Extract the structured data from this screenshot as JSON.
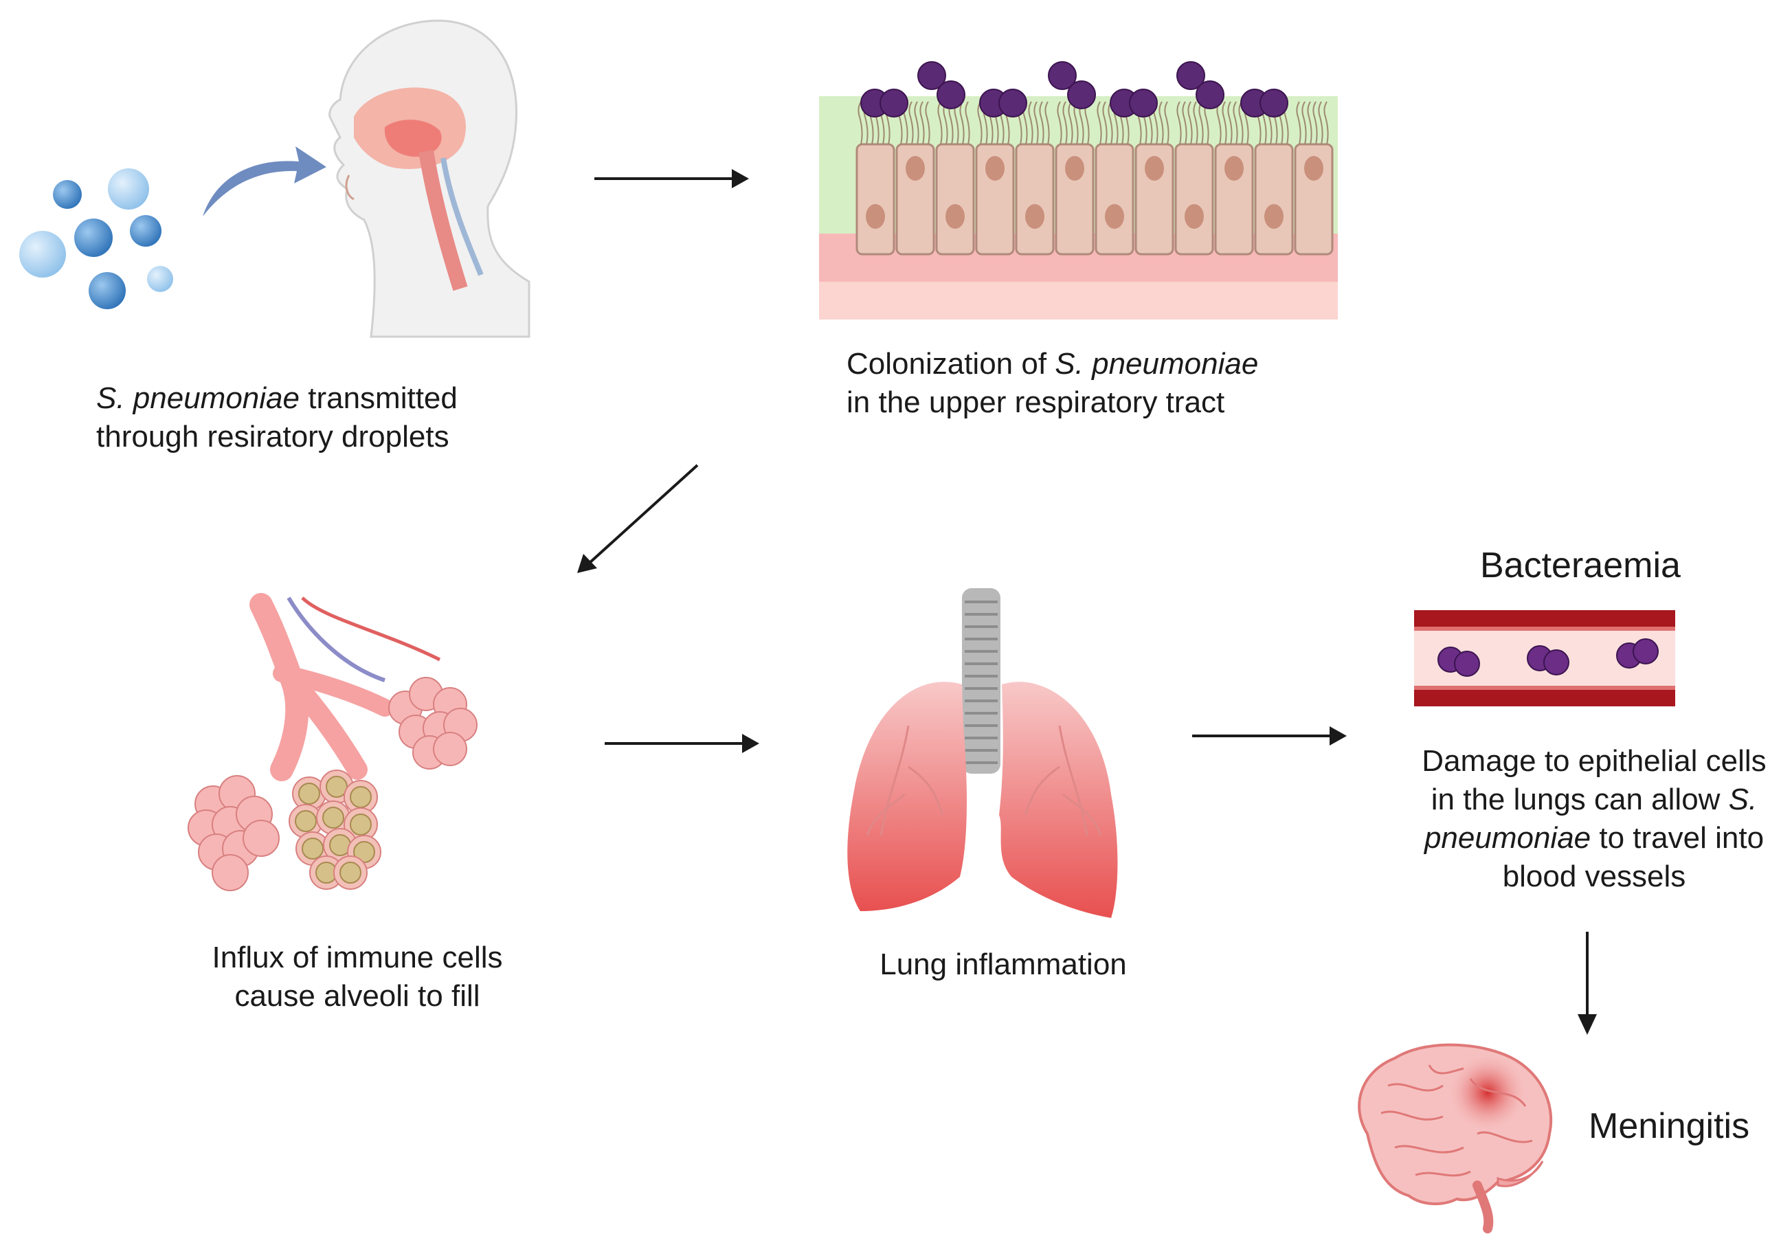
{
  "colors": {
    "droplet": "#4a8fd0",
    "bacteria": "#5b2a74",
    "mucus": "#d7efc4",
    "epithelium": "#e9c7b8",
    "tissue": "#f7b8b8",
    "lung": "#ef6b6b",
    "trachea": "#b8b8b8",
    "vessel_wall": "#a8161e",
    "vessel_lumen": "#fbe0dd",
    "alveoli": "#f6a2a2",
    "immune_cell": "#d6c08a",
    "brain": "#f2a6a6",
    "arrow": "#1a1a1a"
  },
  "icons": {
    "transmission": "human-head-inhalation-icon",
    "colonization": "epithelium-bacteria-icon",
    "alveoli": "alveoli-icon",
    "lungs": "lungs-icon",
    "vessel": "blood-vessel-icon",
    "brain": "brain-icon"
  },
  "steps": {
    "transmission": {
      "italic": "S. pneumoniae",
      "rest_line1": " transmitted",
      "line2": "through resiratory droplets"
    },
    "colonization": {
      "line1_plain": "Colonization of ",
      "line1_italic": "S. pneumoniae",
      "line2": "in the upper respiratory tract"
    },
    "alveoli": {
      "line1": "Influx of immune cells",
      "line2": "cause alveoli to fill"
    },
    "inflammation": {
      "line1": "Lung inflammation"
    },
    "bacteraemia": {
      "title": "Bacteraemia",
      "line1": "Damage to epithelial cells",
      "line2_plain": "in the lungs can allow ",
      "line2_italic": "S.",
      "line3_italic": "pneumoniae",
      "line3_plain": " to travel into",
      "line4": "blood vessels"
    },
    "meningitis": {
      "title": "Meningitis"
    }
  }
}
